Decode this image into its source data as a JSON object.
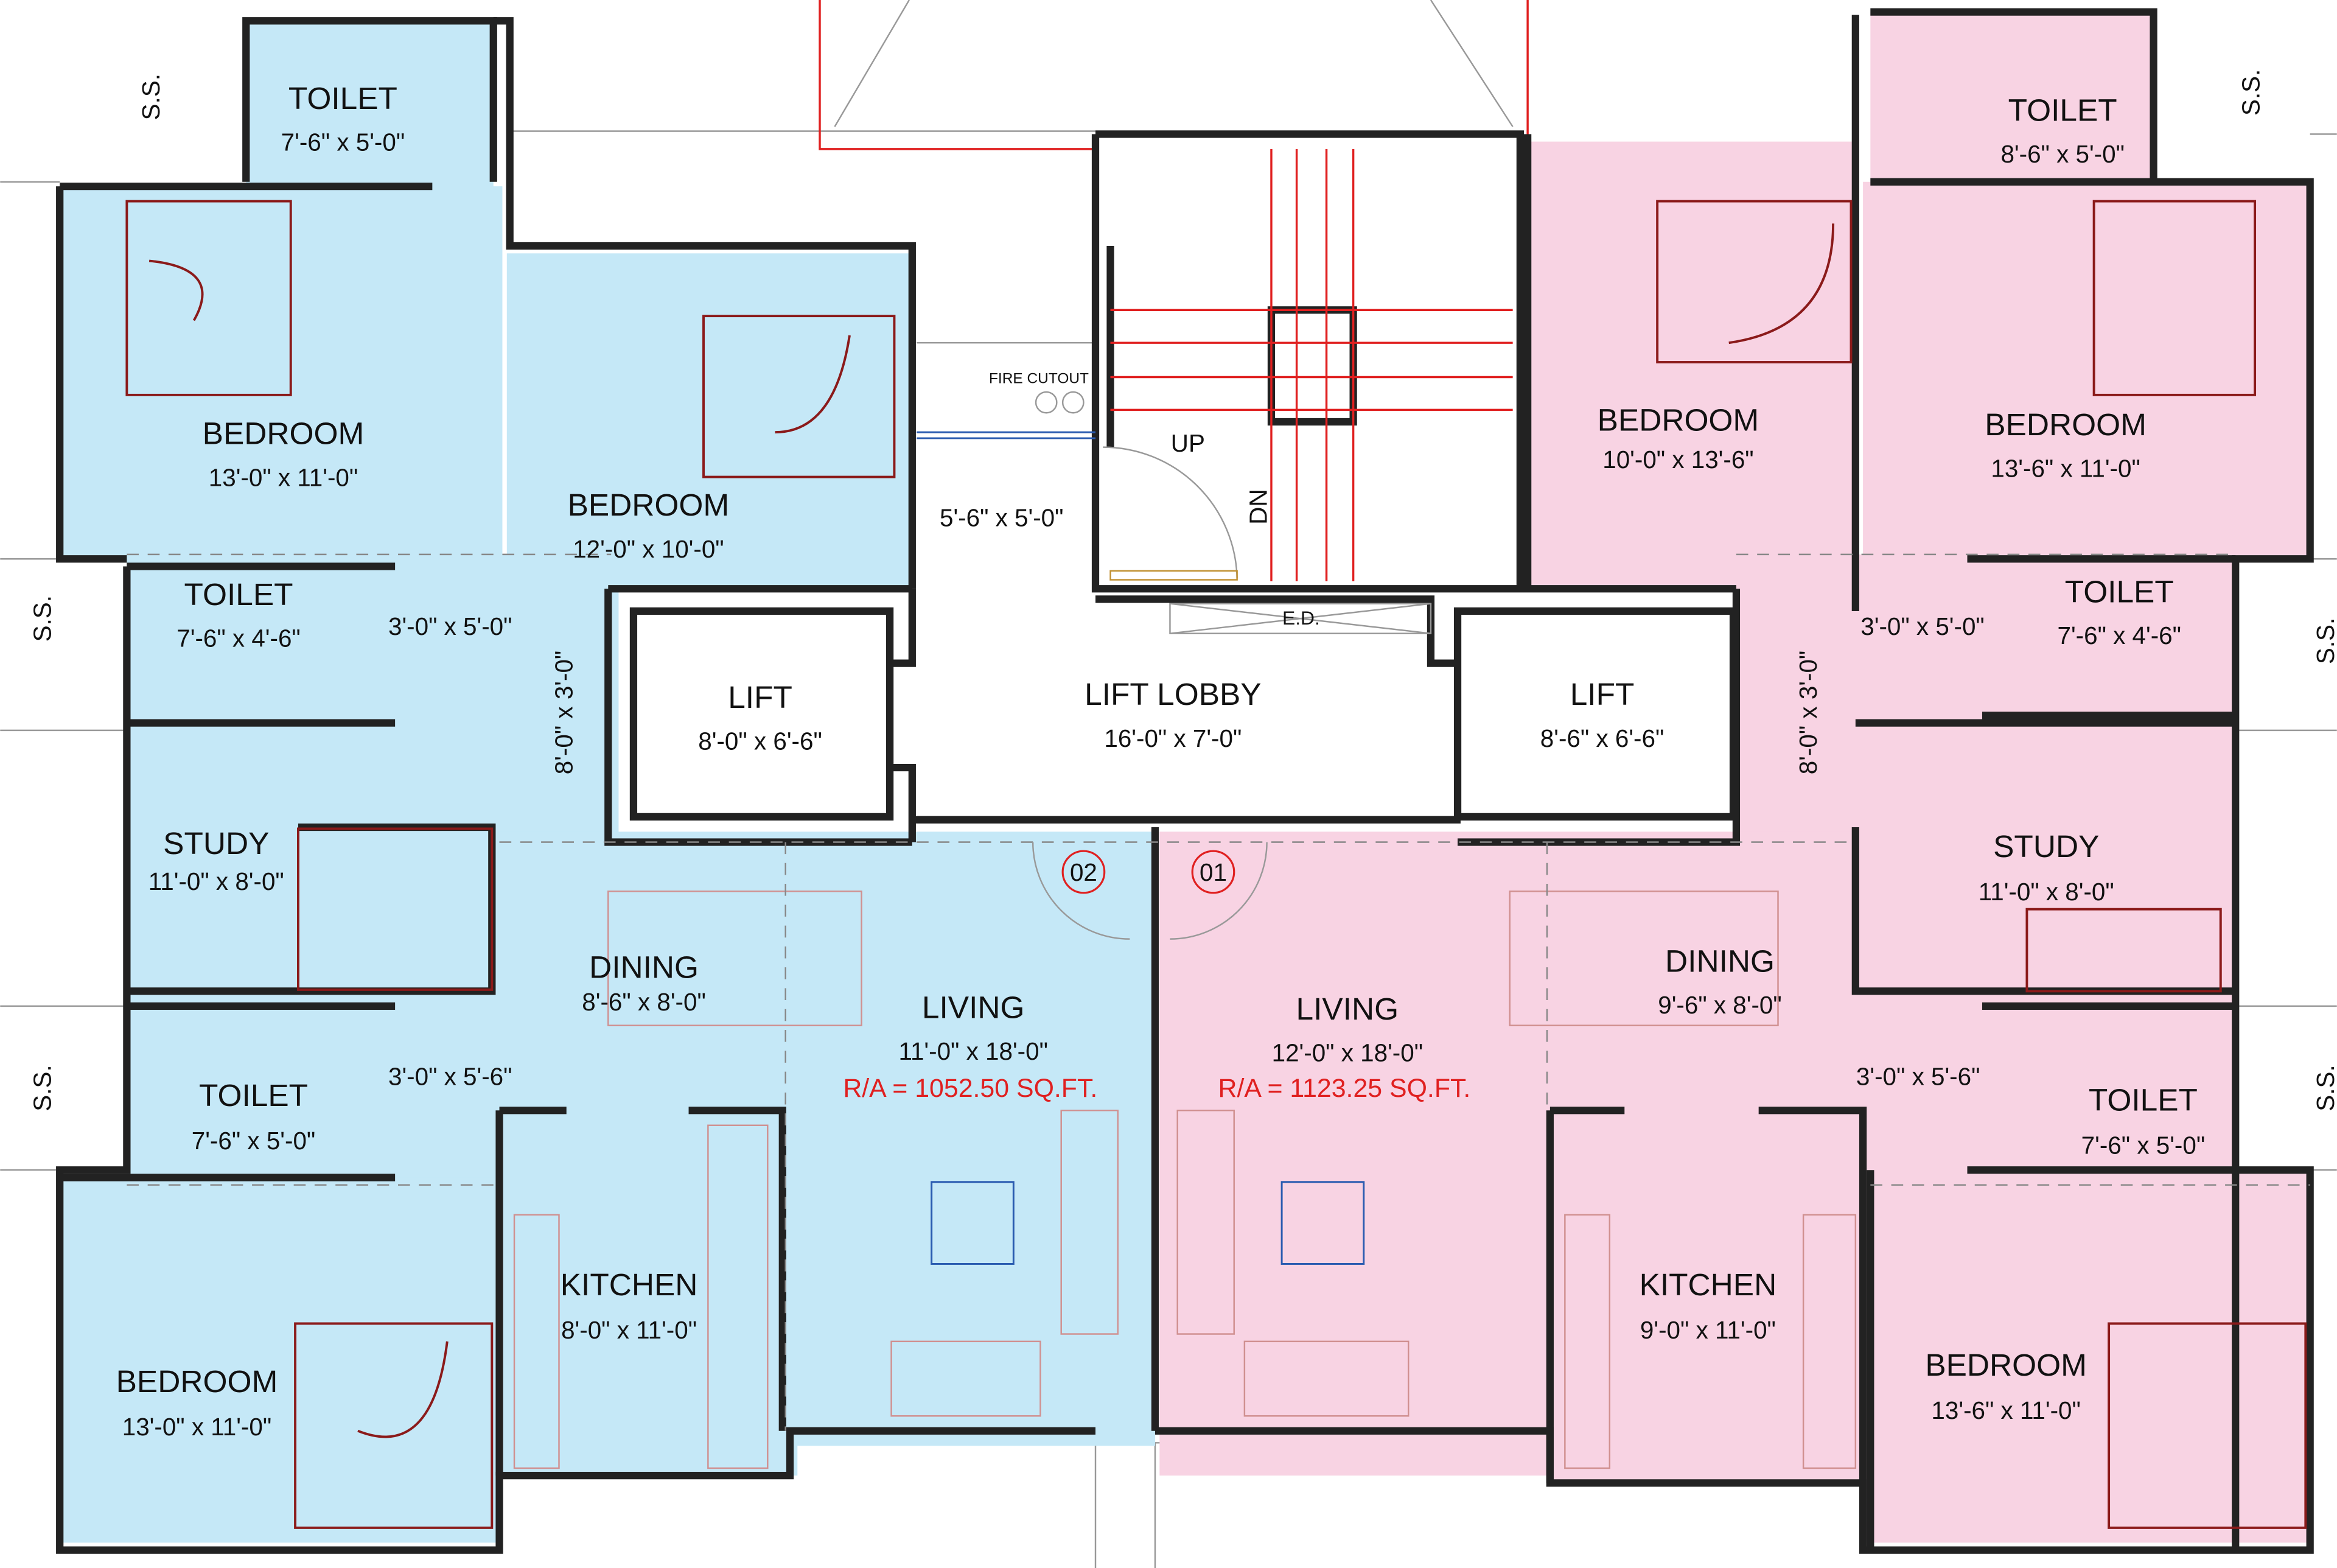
{
  "colors": {
    "unit_02_fill": "#c5e8f7",
    "unit_01_fill": "#f8d3e3",
    "wall": "#222222",
    "area_text": "#e02020",
    "furniture": "#8b1a1a"
  },
  "common": {
    "fire_cutout": "FIRE CUTOUT",
    "up": "UP",
    "dn": "DN",
    "ed": "E.D.",
    "stair_landing_dim": "5'-6\" x 5'-0\"",
    "lift_left": {
      "name": "LIFT",
      "dim": "8'-0\" x 6'-6\""
    },
    "lift_lobby": {
      "name": "LIFT LOBBY",
      "dim": "16'-0\" x 7'-0\""
    },
    "lift_right": {
      "name": "LIFT",
      "dim": "8'-6\" x 6'-6\""
    }
  },
  "unit_02": {
    "number": "02",
    "ss": "S.S.",
    "area": "R/A = 1052.50 SQ.FT.",
    "toilet_top": {
      "name": "TOILET",
      "dim": "7'-6\" x 5'-0\""
    },
    "bedroom_top_left": {
      "name": "BEDROOM",
      "dim": "13'-0\" x 11'-0\""
    },
    "bedroom_top_right": {
      "name": "BEDROOM",
      "dim": "12'-0\" x 10'-0\""
    },
    "toilet_mid": {
      "name": "TOILET",
      "dim": "7'-6\" x 4'-6\""
    },
    "passage_top": "3'-0\" x 5'-0\"",
    "passage_vertical": "8'-0\" x 3'-0\"",
    "study": {
      "name": "STUDY",
      "dim": "11'-0\" x 8'-0\""
    },
    "dining": {
      "name": "DINING",
      "dim": "8'-6\" x 8'-0\""
    },
    "toilet_bottom": {
      "name": "TOILET",
      "dim": "7'-6\" x 5'-0\""
    },
    "passage_bottom": "3'-0\" x 5'-6\"",
    "kitchen": {
      "name": "KITCHEN",
      "dim": "8'-0\" x 11'-0\""
    },
    "living": {
      "name": "LIVING",
      "dim": "11'-0\" x 18'-0\""
    },
    "bedroom_bottom": {
      "name": "BEDROOM",
      "dim": "13'-0\" x 11'-0\""
    }
  },
  "unit_01": {
    "number": "01",
    "ss": "S.S.",
    "area": "R/A = 1123.25 SQ.FT.",
    "toilet_top": {
      "name": "TOILET",
      "dim": "8'-6\" x 5'-0\""
    },
    "bedroom_top_left": {
      "name": "BEDROOM",
      "dim": "10'-0\" x 13'-6\""
    },
    "bedroom_top_right": {
      "name": "BEDROOM",
      "dim": "13'-6\" x 11'-0\""
    },
    "toilet_mid": {
      "name": "TOILET",
      "dim": "7'-6\" x 4'-6\""
    },
    "passage_top": "3'-0\" x 5'-0\"",
    "passage_vertical": "8'-0\" x 3'-0\"",
    "study": {
      "name": "STUDY",
      "dim": "11'-0\" x 8'-0\""
    },
    "dining": {
      "name": "DINING",
      "dim": "9'-6\" x 8'-0\""
    },
    "living": {
      "name": "LIVING",
      "dim": "12'-0\" x 18'-0\""
    },
    "passage_bottom": "3'-0\" x 5'-6\"",
    "toilet_bottom": {
      "name": "TOILET",
      "dim": "7'-6\" x 5'-0\""
    },
    "kitchen": {
      "name": "KITCHEN",
      "dim": "9'-0\" x 11'-0\""
    },
    "bedroom_bottom": {
      "name": "BEDROOM",
      "dim": "13'-6\" x 11'-0\""
    }
  }
}
